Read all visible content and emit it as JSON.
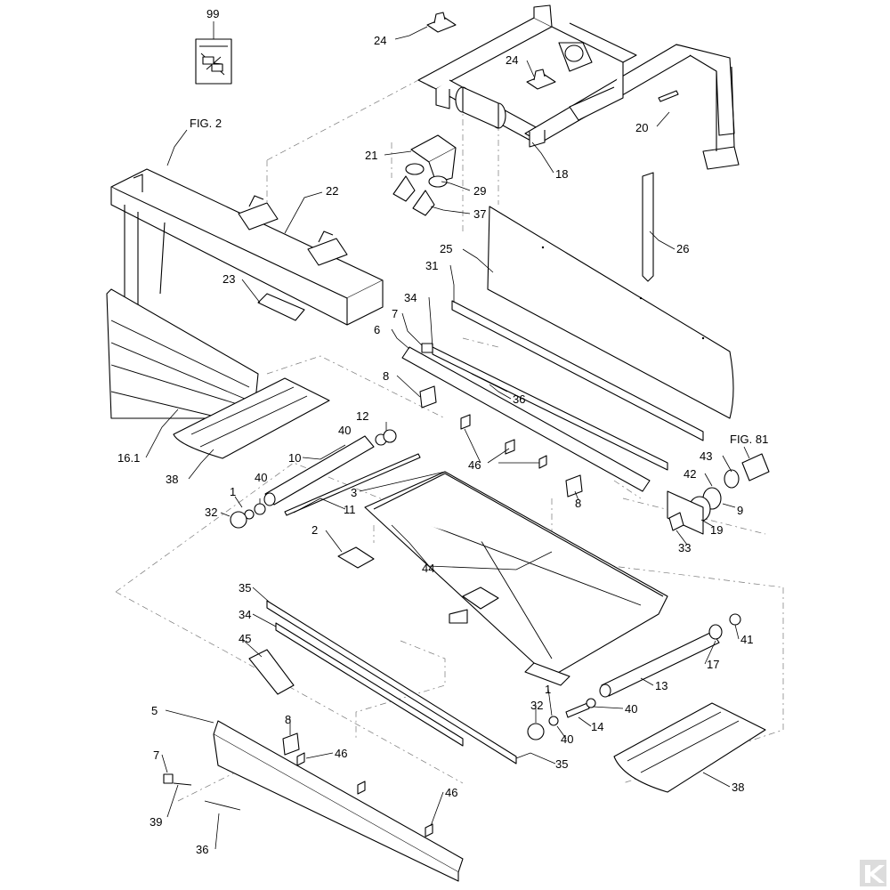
{
  "diagram": {
    "figure_refs": [
      "FIG. 2",
      "FIG. 81"
    ],
    "callouts": [
      "99",
      "24",
      "24",
      "20",
      "18",
      "21",
      "29",
      "37",
      "22",
      "23",
      "26",
      "25",
      "31",
      "34",
      "7",
      "6",
      "8",
      "36",
      "12",
      "40",
      "10",
      "16.1",
      "38",
      "1",
      "40",
      "32",
      "11",
      "3",
      "2",
      "46",
      "8",
      "43",
      "42",
      "9",
      "19",
      "33",
      "44",
      "35",
      "34",
      "45",
      "5",
      "8",
      "46",
      "7",
      "39",
      "36",
      "46",
      "32",
      "1",
      "40",
      "14",
      "40",
      "13",
      "17",
      "41",
      "35",
      "38"
    ],
    "logo_text": "K"
  }
}
